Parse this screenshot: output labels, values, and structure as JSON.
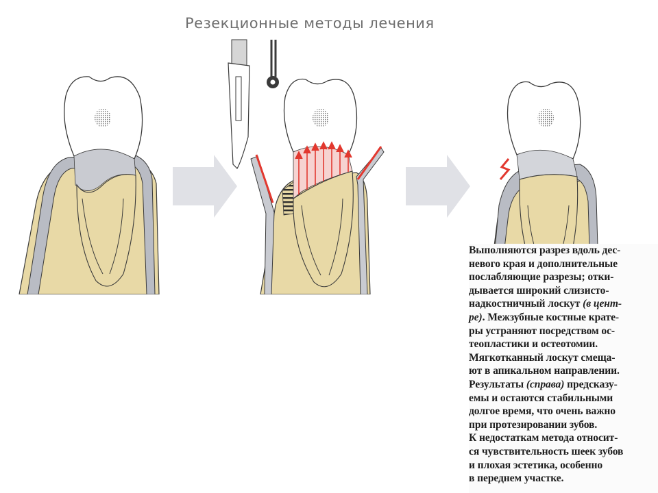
{
  "title": "Резекционные методы лечения",
  "illustration": {
    "panels": [
      "left-tooth-initial",
      "center-tooth-surgery",
      "right-tooth-result"
    ],
    "colors": {
      "bone": "#e8d9a6",
      "gum_gray": "#b9bcc4",
      "arrow_gray": "#e0e1e6",
      "incision_red": "#e2382f",
      "outline": "#3a3a3a"
    }
  },
  "description": {
    "lines": [
      {
        "parts": [
          {
            "t": "Выполняются разрез вдоль дес-"
          }
        ]
      },
      {
        "parts": [
          {
            "t": "невого края и дополнительные"
          }
        ]
      },
      {
        "parts": [
          {
            "t": "послабляющие разрезы; отки-"
          }
        ]
      },
      {
        "parts": [
          {
            "t": "дывается широкий слизисто-"
          }
        ]
      },
      {
        "parts": [
          {
            "t": "надкостничный лоскут "
          },
          {
            "t": "(в цент-",
            "i": true
          }
        ]
      },
      {
        "parts": [
          {
            "t": "ре)",
            "i": true
          },
          {
            "t": ". Межзубные костные крате-"
          }
        ]
      },
      {
        "parts": [
          {
            "t": "ры устраняют посредством ос-"
          }
        ]
      },
      {
        "parts": [
          {
            "t": "теопластики и остеотомии."
          }
        ]
      },
      {
        "parts": [
          {
            "t": "Мягкотканный лоскут смеща-"
          }
        ]
      },
      {
        "parts": [
          {
            "t": "ют в апикальном направлении."
          }
        ]
      },
      {
        "parts": [
          {
            "t": "Результаты "
          },
          {
            "t": "(справа)",
            "i": true
          },
          {
            "t": " предсказу-"
          }
        ]
      },
      {
        "parts": [
          {
            "t": "емы и остаются стабильными"
          }
        ]
      },
      {
        "parts": [
          {
            "t": "долгое время, что очень важно"
          }
        ]
      },
      {
        "parts": [
          {
            "t": "при протезировании зубов."
          }
        ]
      },
      {
        "parts": [
          {
            "t": "К недостаткам метода относит-"
          }
        ]
      },
      {
        "parts": [
          {
            "t": "ся чувствительность шеек зубов"
          }
        ]
      },
      {
        "parts": [
          {
            "t": "и плохая эстетика, особенно"
          }
        ]
      },
      {
        "parts": [
          {
            "t": "в переднем участке."
          }
        ]
      }
    ]
  }
}
